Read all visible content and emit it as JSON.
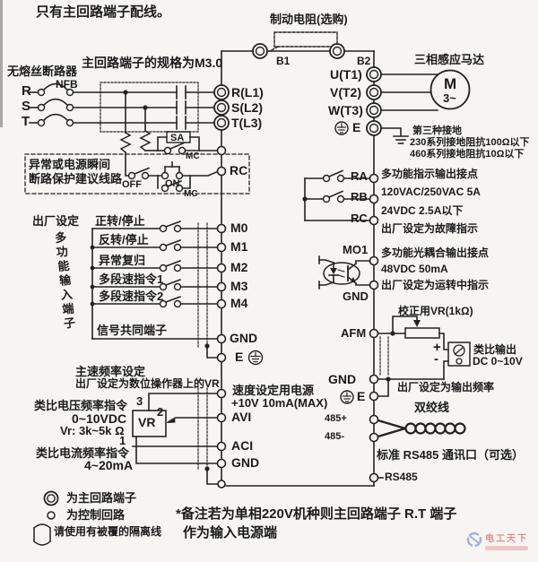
{
  "title": "只有主回路端子配线。",
  "top": {
    "braking_resistor": "制动电阻(选购)",
    "b1": "B1",
    "b2": "B2",
    "spec": "主回路端子的规格为M3.0"
  },
  "input": {
    "breaker_name": "无熔丝断路器",
    "nfb": "NFB",
    "phase_r": "R",
    "phase_s": "S",
    "phase_t": "T",
    "term_r": "R(L1)",
    "term_s": "S(L2)",
    "term_t": "T(L3)"
  },
  "motor": {
    "name": "三相感应马达",
    "m": "M",
    "phase": "3~",
    "term_u": "U(T1)",
    "term_v": "V(T2)",
    "term_w": "W(T3)",
    "e": "E"
  },
  "grounding": {
    "line1": "第三种接地",
    "line2": "230系列接地阻抗100Ω以下",
    "line3": "460系列接地阻抗10Ω以下"
  },
  "protection": {
    "line1": "异常或电源瞬间",
    "line2": "断路保护建议线路",
    "sa": "SA",
    "mc1": "MC",
    "off": "OFF",
    "on": "ON",
    "mc2": "MC",
    "rc_term": "RC"
  },
  "relay": {
    "ra": "RA",
    "rb": "RB",
    "rc": "RC",
    "desc": [
      "多功能指示输出接点",
      "120VAC/250VAC 5A",
      "24VDC 2.5A以下",
      "出厂设定为故障指示"
    ]
  },
  "inputs": {
    "factory": "出厂设定",
    "vertical": "多功能输入端子",
    "rows": [
      {
        "label": "正转/停止",
        "term": "M0"
      },
      {
        "label": "反转/停止",
        "term": "M1"
      },
      {
        "label": "异常复归",
        "term": "M2"
      },
      {
        "label": "多段速指令1",
        "term": "M3"
      },
      {
        "label": "多段速指令2",
        "term": "M4"
      }
    ],
    "common_label": "信号共同端子",
    "gnd": "GND",
    "e": "E"
  },
  "mo1": {
    "term": "MO1",
    "gnd": "GND",
    "desc": [
      "多功能光耦合输出接点",
      "48VDC 50mA",
      "出厂设定为运转中指示"
    ]
  },
  "afm": {
    "term": "AFM",
    "vr": "校正用VR(1kΩ)",
    "plus": "+",
    "minus": "-",
    "out1": "类比输出",
    "out2": "DC 0~10V",
    "gnd": "GND",
    "gnd_desc": "出厂设定为输出频率",
    "e": "E"
  },
  "analog": {
    "head1": "主速频率设定",
    "head2": "出厂设定为数位操作器上的VR",
    "volt1": "类比电压频率指令",
    "volt2": "0~10VDC",
    "volt3": "Vr: 3k~5k Ω",
    "curr1": "类比电流频率指令",
    "curr2": "4~20mA",
    "vr": "VR",
    "p3": "3",
    "p2": "2",
    "p1": "1",
    "psu1": "速度设定用电源",
    "psu2": "+10V 10mA(MAX)",
    "avi": "AVI",
    "aci": "ACI",
    "gnd": "GND"
  },
  "rs485": {
    "p": "485+",
    "n": "485-",
    "twisted": "双绞线",
    "desc": "标准 RS485 通讯口（可选）",
    "term": "RS485"
  },
  "legend": {
    "main": "为主回路端子",
    "ctrl": "为控制回路",
    "shield": "请使用有被覆的隔离线"
  },
  "note": {
    "line1": "*备注若为单相220V机种则主回路端子 R.T 端子",
    "line2": "作为输入电源端"
  },
  "watermark": "电工天下",
  "colors": {
    "ink": "#222222",
    "paper": "#f6f5f2",
    "watermark_red": "#d94f4f",
    "watermark_blue": "#4a6fd0"
  }
}
